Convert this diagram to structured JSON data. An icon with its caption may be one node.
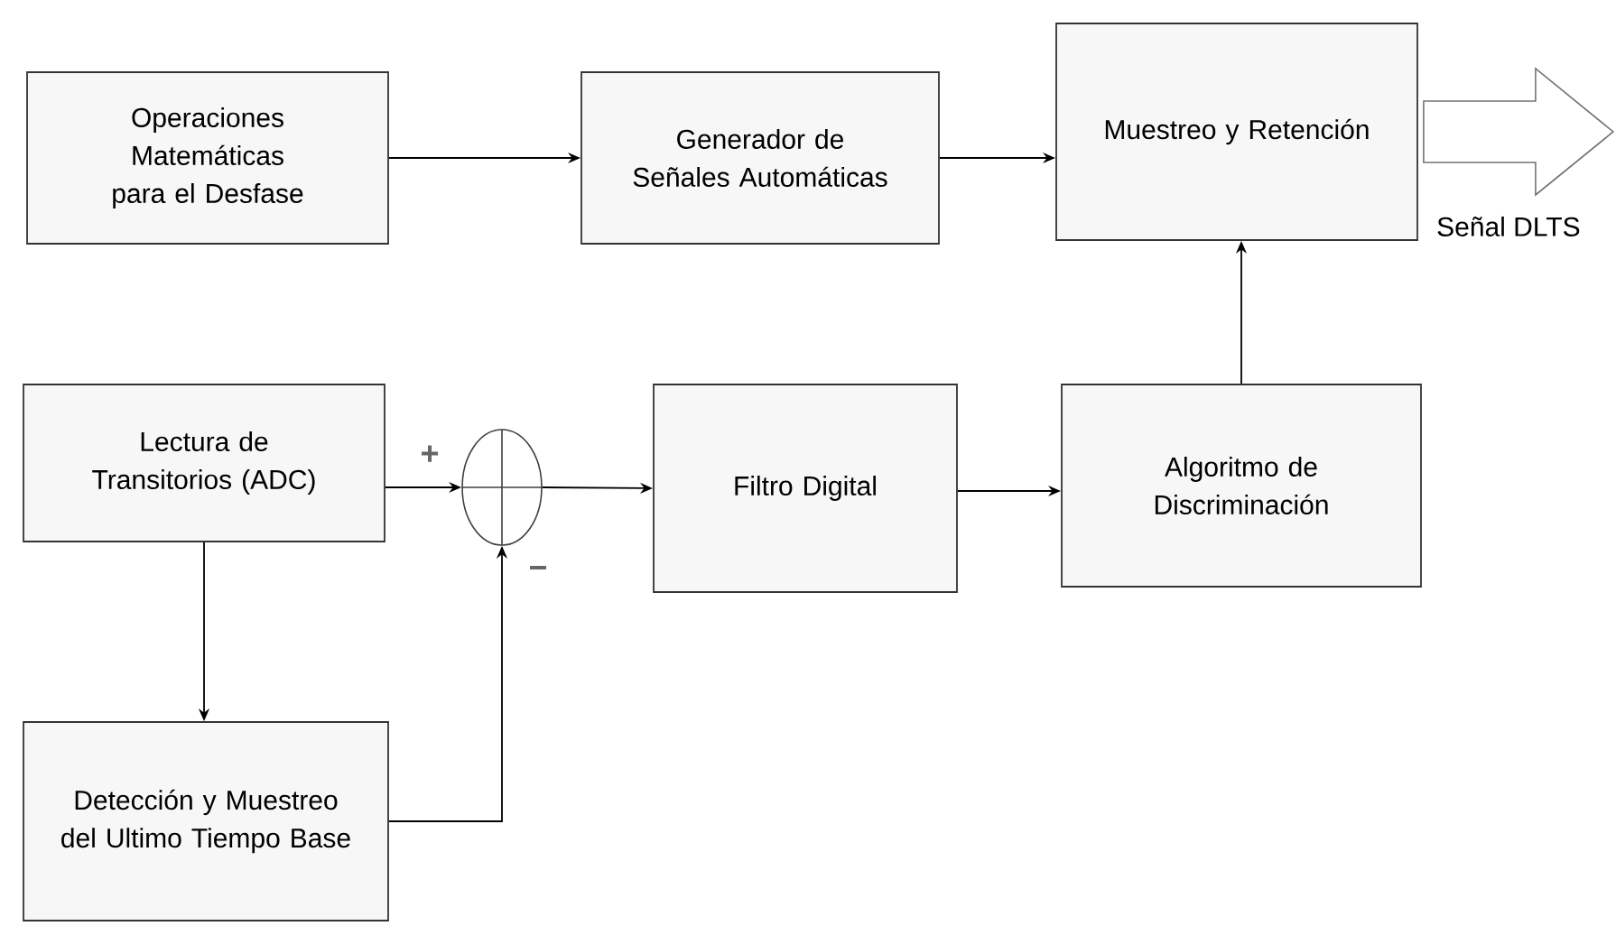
{
  "diagram": {
    "nodes": [
      {
        "text": [
          "Operaciones Matemáticas para el Desfase"
        ]
      },
      {
        "text": [
          "Generador de Señales Automáticas"
        ]
      },
      {
        "text": [
          "Muestreo y Retención"
        ]
      },
      {
        "text": [
          "Lectura de Transitorios (ADC)"
        ]
      },
      {
        "text": [],
        "shape": "circle"
      },
      {
        "text": [
          "Filtro Digital"
        ]
      },
      {
        "text": [
          "Algoritmo de Discriminación"
        ]
      },
      {
        "text": [
          "Detección y Muestreo del Ultimo Tiempo Base"
        ]
      }
    ],
    "edges": [
      {
        "from": 0,
        "to": 1,
        "arrow": "to"
      },
      {
        "from": 1,
        "to": 2,
        "arrow": "to"
      },
      {
        "from": 2,
        "to": null,
        "arrow": "to",
        "style": "thick",
        "label": "Señal DLTS"
      },
      {
        "from": 3,
        "to": 4,
        "arrow": "to"
      },
      {
        "from": 4,
        "to": 5,
        "arrow": "to"
      },
      {
        "from": 5,
        "to": 6,
        "arrow": "to"
      },
      {
        "from": 6,
        "to": 2,
        "arrow": "to"
      },
      {
        "from": 3,
        "to": 7,
        "arrow": "to"
      },
      {
        "from": 7,
        "to": 4,
        "arrow": "to"
      }
    ],
    "labels": [
      "+",
      "−"
    ]
  }
}
